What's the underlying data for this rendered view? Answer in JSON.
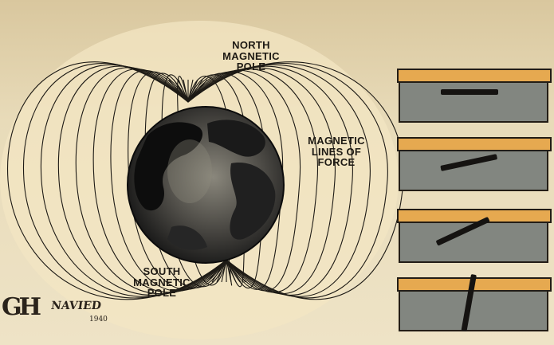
{
  "labels": {
    "north": [
      "NORTH",
      "MAGNETIC",
      "POLE"
    ],
    "force": [
      "MAGNETIC",
      "LINES OF",
      "FORCE"
    ],
    "south": [
      "SOUTH",
      "MAGNETIC",
      "POLE"
    ]
  },
  "signature": {
    "mark": "GH",
    "name": "NAVIED",
    "year": "1940"
  },
  "dip_needles": {
    "angles_deg": [
      0,
      -12,
      -25,
      -80
    ]
  },
  "colors": {
    "field_line": "#1d1a15",
    "field_fill": "#f3e6c3",
    "globe_dark": "#121212",
    "globe_light": "#7a766c",
    "box_lid": "#e6a950",
    "box_body": "#828680",
    "needle": "#151311"
  }
}
